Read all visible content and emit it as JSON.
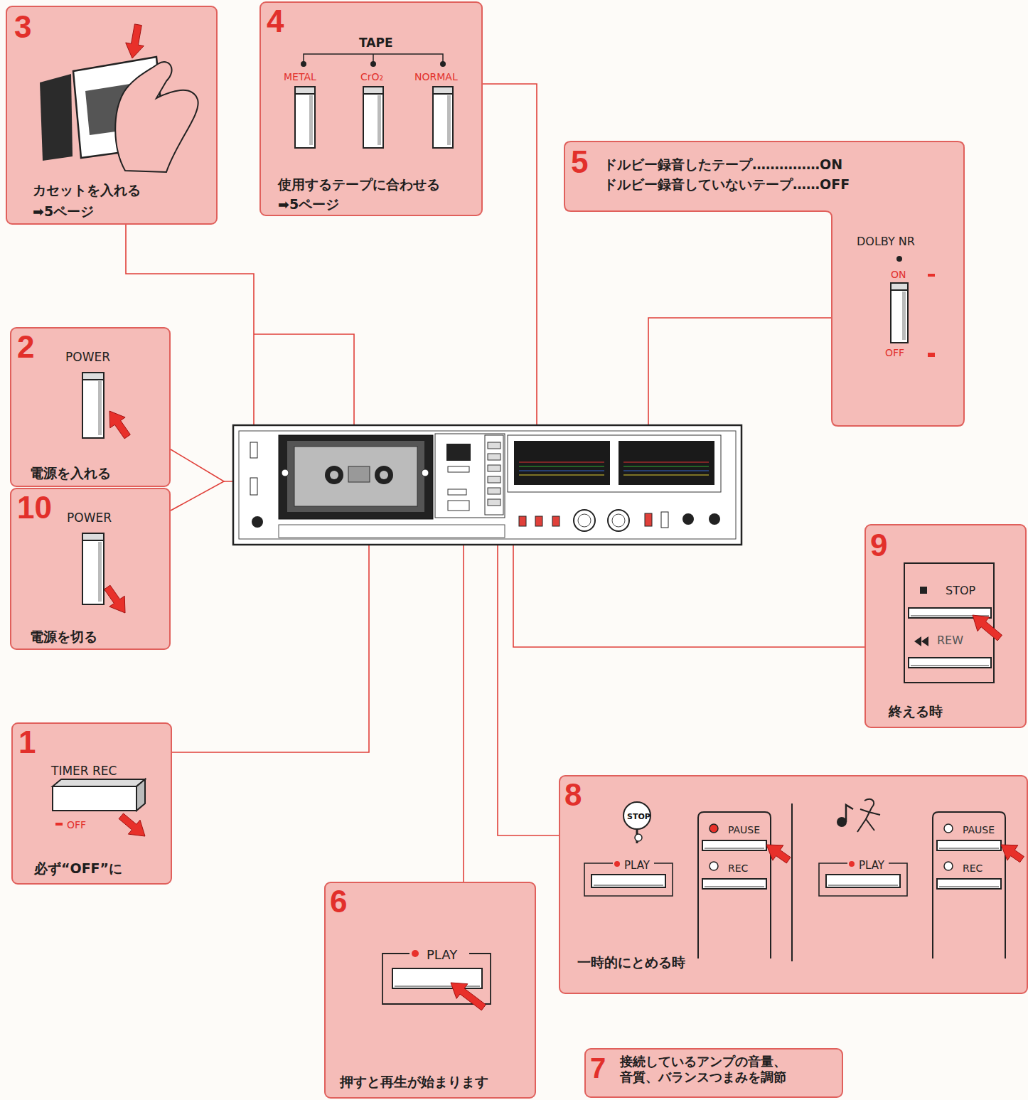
{
  "diagram": {
    "nodes": [
      {
        "text": [
          "3",
          "カセットを入れる",
          "➡5ページ"
        ]
      },
      {
        "text": [
          "4",
          "TAPE",
          "METAL",
          "CrO₂",
          "NORMAL",
          "使用するテープに合わせる",
          "➡5ページ"
        ]
      },
      {
        "text": [
          "5",
          "ドルビー録音したテープ……………ON",
          "ドルビー録音していないテープ……OFF",
          "DOLBY NR",
          "ON",
          "OFF"
        ]
      },
      {
        "text": [
          "2",
          "POWER",
          "電源を入れる"
        ]
      },
      {
        "text": [
          "10",
          "POWER",
          "電源を切る"
        ]
      },
      {
        "text": [
          "9",
          "STOP",
          "REW",
          "終える時"
        ]
      },
      {
        "text": [
          "1",
          "TIMER REC",
          "OFF",
          "必ず“OFF”に"
        ]
      },
      {
        "text": [
          "8",
          "STOP",
          "PLAY",
          "PAUSE",
          "REC",
          "PLAY",
          "PAUSE",
          "REC",
          "一時的にとめる時"
        ]
      },
      {
        "text": [
          "6",
          "PLAY",
          "押すと再生が始まります"
        ]
      },
      {
        "text": [
          "7",
          "接続しているアンプの音量、音質、バランスつまみを調節"
        ]
      }
    ]
  }
}
